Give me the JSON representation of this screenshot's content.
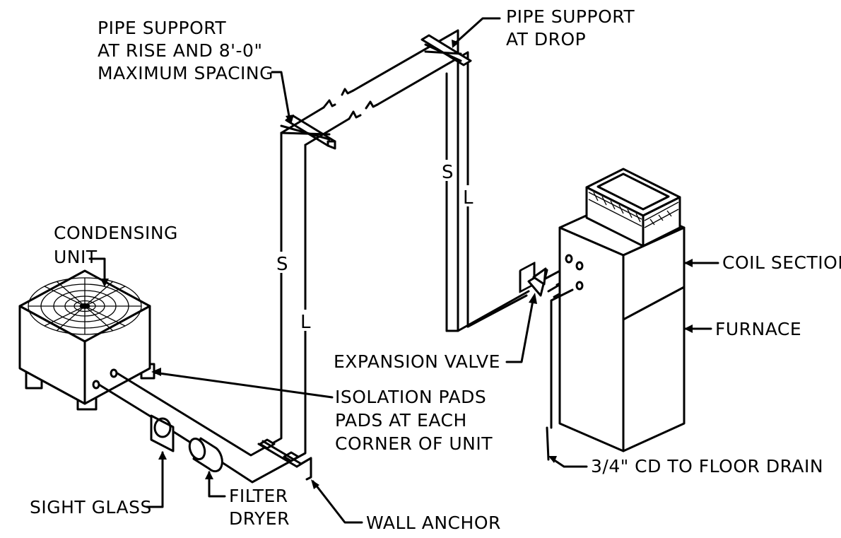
{
  "labels": {
    "pipe_support_rise_1": "PIPE SUPPORT",
    "pipe_support_rise_2": "AT RISE AND 8'-0\"",
    "pipe_support_rise_3": "MAXIMUM SPACING",
    "pipe_support_drop_1": "PIPE SUPPORT",
    "pipe_support_drop_2": "AT DROP",
    "condensing_unit_1": "CONDENSING",
    "condensing_unit_2": "UNIT",
    "coil_section": "COIL SECTION",
    "furnace": "FURNACE",
    "expansion_valve": "EXPANSION VALVE",
    "isolation_pads_1": "ISOLATION PADS",
    "isolation_pads_2": "PADS AT EACH",
    "isolation_pads_3": "CORNER OF UNIT",
    "sight_glass": "SIGHT GLASS",
    "filter_dryer_1": "FILTER",
    "filter_dryer_2": "DRYER",
    "wall_anchor": "WALL ANCHOR",
    "condensate_drain": "3/4\" CD TO FLOOR DRAIN"
  },
  "pipes": {
    "suction_left": "S",
    "liquid_left": "L",
    "suction_right": "S",
    "liquid_right": "L"
  }
}
